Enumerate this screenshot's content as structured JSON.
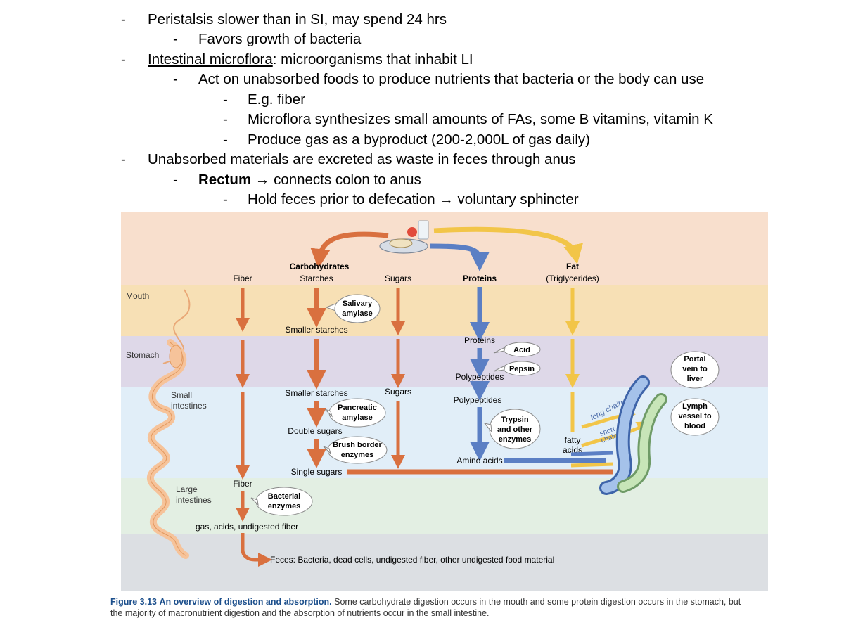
{
  "notes": {
    "line1": "Peristalsis slower than in SI, may spend 24 hrs",
    "line2": "Favors growth of bacteria",
    "line3_term": "Intestinal microflora",
    "line3_rest": ": microorganisms that inhabit LI",
    "line4": "Act on unabsorbed foods to produce nutrients that bacteria or the body can use",
    "line5": "E.g. fiber",
    "line6": "Microflora synthesizes small amounts of FAs, some B vitamins, vitamin K",
    "line7": "Produce gas as a byproduct (200-2,000L of gas daily)",
    "line8": "Unabsorbed materials are excreted as waste in feces through anus",
    "line9_term": "Rectum",
    "line9_rest": " → connects colon to anus",
    "line10": "Hold feces prior to defecation → voluntary sphincter",
    "dash": "-"
  },
  "diagram": {
    "zones": {
      "mouth": "Mouth",
      "stomach": "Stomach",
      "small1": "Small",
      "small2": "intestines",
      "large1": "Large",
      "large2": "intestines"
    },
    "headers": {
      "fiber": "Fiber",
      "carbs": "Carbohydrates",
      "starches": "Starches",
      "sugars": "Sugars",
      "proteins": "Proteins",
      "fat": "Fat",
      "triglycerides": "(Triglycerides)"
    },
    "labels": {
      "smaller_starches_1": "Smaller starches",
      "smaller_starches_2": "Smaller starches",
      "sugars_2": "Sugars",
      "double_sugars": "Double sugars",
      "single_sugars": "Single sugars",
      "fiber_2": "Fiber",
      "gas": "gas, acids, undigested fiber",
      "proteins_2": "Proteins",
      "polypeptides_1": "Polypeptides",
      "polypeptides_2": "Polypeptides",
      "amino_acids": "Amino acids",
      "fatty": "fatty",
      "acids": "acids",
      "long_chain": "long chain",
      "short": "short",
      "chain": "chain",
      "feces": "Feces: Bacteria, dead cells, undigested fiber, other undigested food material"
    },
    "bubbles": {
      "salivary1": "Salivary",
      "salivary2": "amylase",
      "acid": "Acid",
      "pepsin": "Pepsin",
      "pancreatic1": "Pancreatic",
      "pancreatic2": "amylase",
      "brush1": "Brush border",
      "brush2": "enzymes",
      "trypsin1": "Trypsin",
      "trypsin2": "and other",
      "trypsin3": "enzymes",
      "bacterial1": "Bacterial",
      "bacterial2": "enzymes",
      "portal1": "Portal",
      "portal2": "vein to",
      "portal3": "liver",
      "lymph1": "Lymph",
      "lymph2": "vessel to",
      "lymph3": "blood"
    },
    "colors": {
      "mouth_band": "#f7e0b5",
      "top_band": "#f8dfcd",
      "stomach_band": "#ded8e8",
      "small_band": "#e1eef8",
      "large_band": "#e3efe3",
      "feces_band": "#dcdfe3",
      "orange": "#d9703f",
      "blue": "#5b7fc4",
      "yellow": "#f2c548",
      "green": "#b7dba5",
      "tract": "#f6c39a"
    }
  },
  "caption": {
    "fig": "Figure 3.13",
    "title": "An overview of digestion and absorption.",
    "text": " Some carbohydrate digestion occurs in the mouth and some protein digestion occurs in the stomach, but the majority of macronutrient digestion and the absorption of nutrients occur in the small intestine."
  }
}
